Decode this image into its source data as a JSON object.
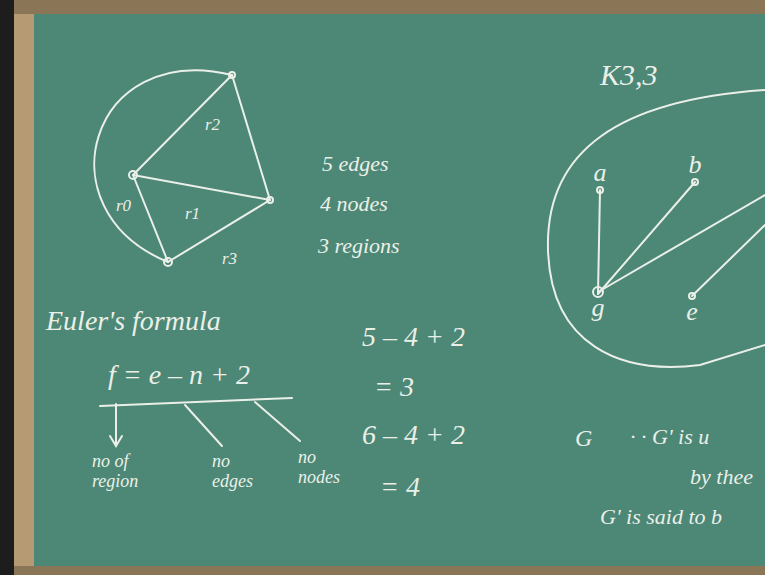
{
  "diagram": {
    "nodes": [
      {
        "text": [
          "a"
        ]
      },
      {
        "text": [
          "b"
        ]
      },
      {
        "text": [
          "g"
        ]
      },
      {
        "text": [
          "e"
        ]
      }
    ],
    "edges": [
      {
        "from": 0,
        "to": 2,
        "arrow": "none"
      },
      {
        "from": 2,
        "to": 1,
        "arrow": "none"
      }
    ],
    "labels": [
      "r2",
      "r0",
      "r1",
      "r3",
      "5 edges",
      "4 nodes",
      "3 regions",
      "Euler's formula",
      "f = e – n + 2",
      "no of region",
      "no edges",
      "no nodes",
      "5 – 4 + 2",
      "= 3",
      "6 – 4 + 2",
      "= 4",
      "K3,3",
      "G",
      "· · G' is u",
      "by thee",
      "G' is said to b"
    ]
  }
}
